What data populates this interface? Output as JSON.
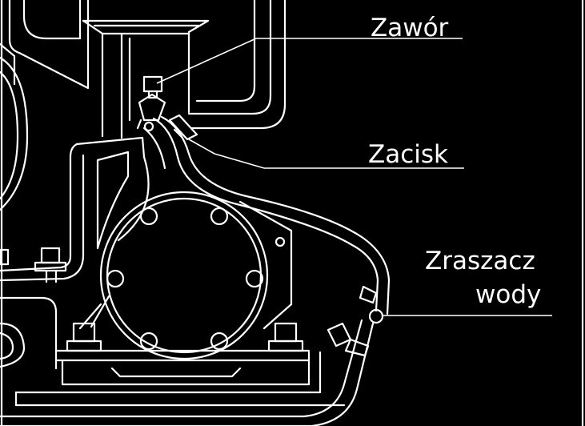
{
  "labels": {
    "valve": "Zawór",
    "clamp": "Zacisk",
    "sprinkler_line1": "Zraszacz",
    "sprinkler_line2": "wody"
  },
  "colors": {
    "background": "#000000",
    "lines": "#ffffff"
  }
}
